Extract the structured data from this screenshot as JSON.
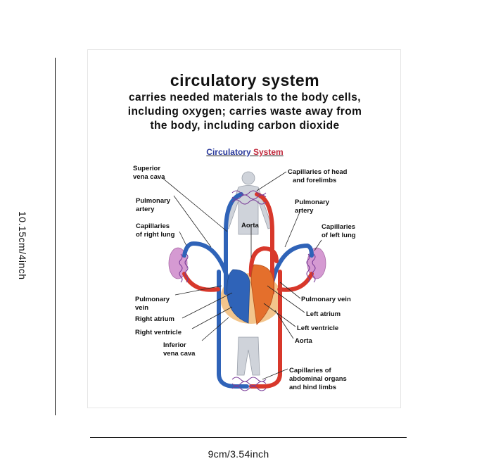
{
  "dimensions": {
    "height_label": "10.15cm/4inch",
    "width_label": "9cm/3.54inch"
  },
  "card": {
    "title": "circulatory system",
    "subtitle_lines": [
      "carries needed materials to the body cells,",
      "including oxygen; carries waste away from",
      "the body, including carbon dioxide"
    ],
    "diagram_title_part1": "Circulatory",
    "diagram_title_part2": "System",
    "labels": {
      "superior_vena_cava": [
        "Superior",
        "vena cava"
      ],
      "pulmonary_artery_left": [
        "Pulmonary",
        "artery"
      ],
      "capillaries_right_lung": [
        "Capillaries",
        "of right lung"
      ],
      "pulmonary_vein_left": [
        "Pulmonary",
        "vein"
      ],
      "right_atrium": [
        "Right atrium"
      ],
      "right_ventricle": [
        "Right ventricle"
      ],
      "inferior_vena_cava": [
        "Inferior",
        "vena cava"
      ],
      "capillaries_head": [
        "Capillaries of head",
        "and forelimbs"
      ],
      "pulmonary_artery_right": [
        "Pulmonary",
        "artery"
      ],
      "aorta_top": [
        "Aorta"
      ],
      "capillaries_left_lung": [
        "Capillaries",
        "of left lung"
      ],
      "pulmonary_vein_right": [
        "Pulmonary vein"
      ],
      "left_atrium": [
        "Left atrium"
      ],
      "left_ventricle": [
        "Left ventricle"
      ],
      "aorta_bottom": [
        "Aorta"
      ],
      "capillaries_abdominal": [
        "Capillaries of",
        "abdominal organs",
        "and hind limbs"
      ]
    },
    "colors": {
      "oxygenated": "#d8382b",
      "deoxygenated": "#2f63b8",
      "capillary": "#7a3c98",
      "lung": "#d59ad2",
      "heart_sac": "#f3c58c",
      "body": "#cfd3da"
    }
  }
}
